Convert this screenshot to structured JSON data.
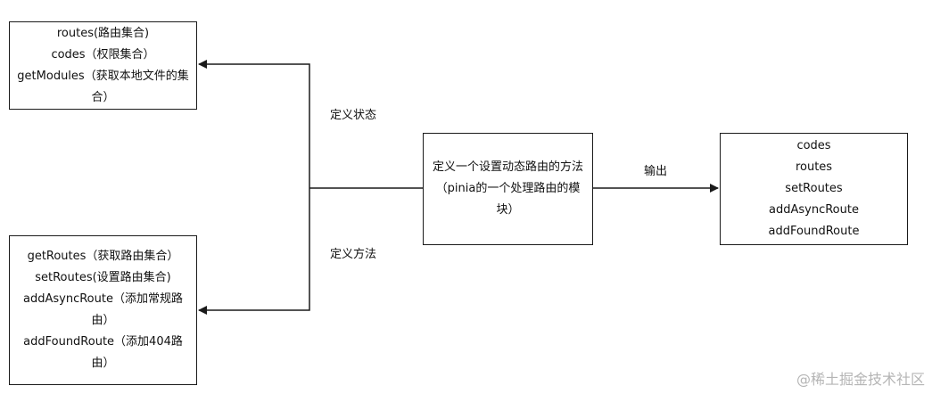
{
  "state_box": {
    "lines": [
      "routes(路由集合)",
      "codes（权限集合）",
      "getModules（获取本地文件的集",
      "合）"
    ]
  },
  "methods_box": {
    "lines": [
      "getRoutes（获取路由集合）",
      "setRoutes(设置路由集合)",
      "addAsyncRoute（添加常规路",
      "由）",
      "addFoundRoute（添加404路",
      "由）"
    ]
  },
  "center_box": {
    "line1": "定义一个设置动态路由的方法",
    "line2": "（pinia的一个处理路由的模块）"
  },
  "output_box": {
    "lines": [
      "codes",
      "routes",
      "setRoutes",
      "addAsyncRoute",
      "addFoundRoute"
    ]
  },
  "labels": {
    "define_state": "定义状态",
    "define_methods": "定义方法",
    "output": "输出"
  },
  "watermark": "@稀土掘金技术社区"
}
